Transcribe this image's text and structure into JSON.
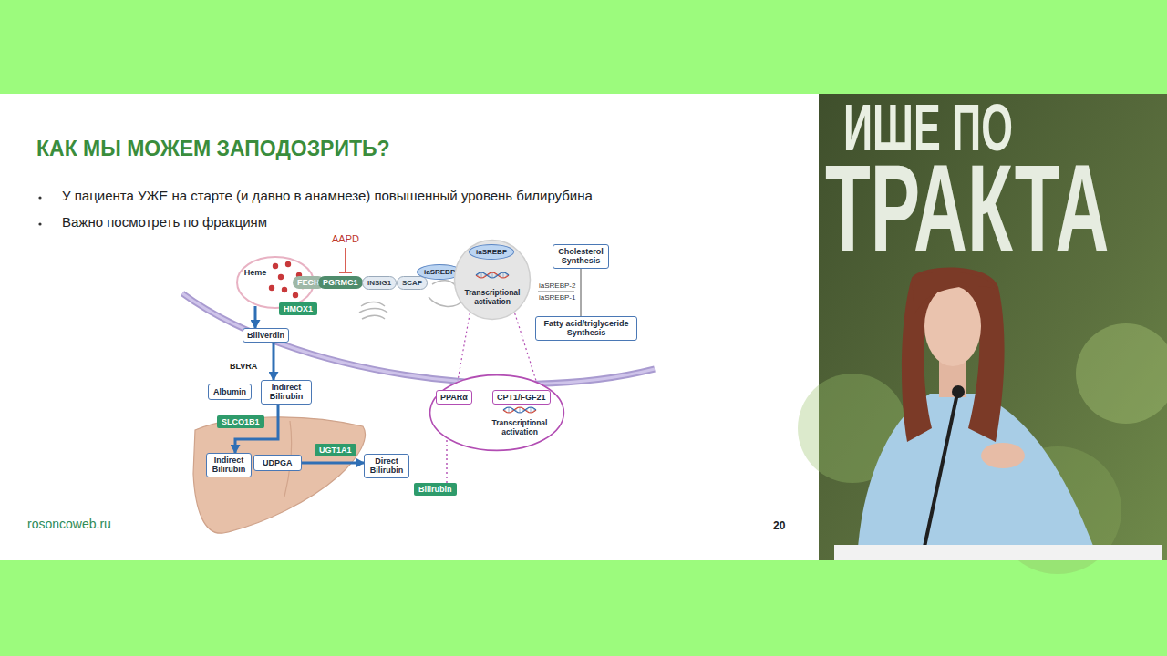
{
  "diagram": {
    "title": "КАК МЫ МОЖЕМ ЗАПОДОЗРИТЬ?",
    "nodes": [
      {
        "text": [
          "Heme"
        ]
      },
      {
        "text": [
          "FECH"
        ]
      },
      {
        "text": [
          "PGRMC1"
        ]
      },
      {
        "text": [
          "INSIG1"
        ]
      },
      {
        "text": [
          "SCAP"
        ]
      },
      {
        "text": [
          "iaSREBP"
        ]
      },
      {
        "text": [
          "Transcriptional activation"
        ]
      },
      {
        "text": [
          "iaSREBP"
        ],
        "in": 6
      },
      {
        "text": [
          "Cholesterol Synthesis"
        ]
      },
      {
        "text": [
          "Fatty acid/triglyceride Synthesis"
        ]
      },
      {
        "text": [
          "HMOX1"
        ]
      },
      {
        "text": [
          "Biliverdin"
        ]
      },
      {
        "text": [
          "Albumin"
        ]
      },
      {
        "text": [
          "Indirect Bilirubin"
        ]
      },
      {
        "text": [
          "Transcriptional activation"
        ]
      },
      {
        "text": [
          "PPARα"
        ],
        "in": 14
      },
      {
        "text": [
          "CPT1/FGF21"
        ],
        "in": 14
      },
      {
        "text": [
          "SLCO1B1"
        ]
      },
      {
        "text": [
          "Indirect Bilirubin"
        ]
      },
      {
        "text": [
          "UDPGA"
        ]
      },
      {
        "text": [
          "UGT1A1"
        ]
      },
      {
        "text": [
          "Direct Bilirubin"
        ]
      },
      {
        "text": [
          "Bilirubin"
        ]
      }
    ],
    "edges": [
      {
        "from": 0,
        "to": 11,
        "arrow": "to"
      },
      {
        "from": 11,
        "to": 13,
        "arrow": "to"
      },
      {
        "from": 13,
        "to": 18,
        "arrow": "to"
      },
      {
        "from": 19,
        "to": 21,
        "arrow": "to"
      },
      {
        "from": 15,
        "to": 16,
        "arrow": "to"
      },
      {
        "from": 22,
        "to": 15,
        "arrow": "to"
      },
      {
        "from": 6,
        "to": 14,
        "arrow": "none"
      },
      {
        "from": 6,
        "to": 14,
        "arrow": "none"
      },
      {
        "from": 8,
        "to": 9,
        "arrow": "none"
      }
    ],
    "labels": [
      "У пациента УЖЕ на старте (и давно в анамнезе) повышенный уровень билирубина",
      "Важно посмотреть по фракциям",
      "AAPD",
      "BLVRA",
      "iaSREBP-2",
      "iaSREBP-1",
      "rosoncoweb.ru",
      "20",
      "ИШЕ ПО",
      "ТРАКТА"
    ]
  }
}
